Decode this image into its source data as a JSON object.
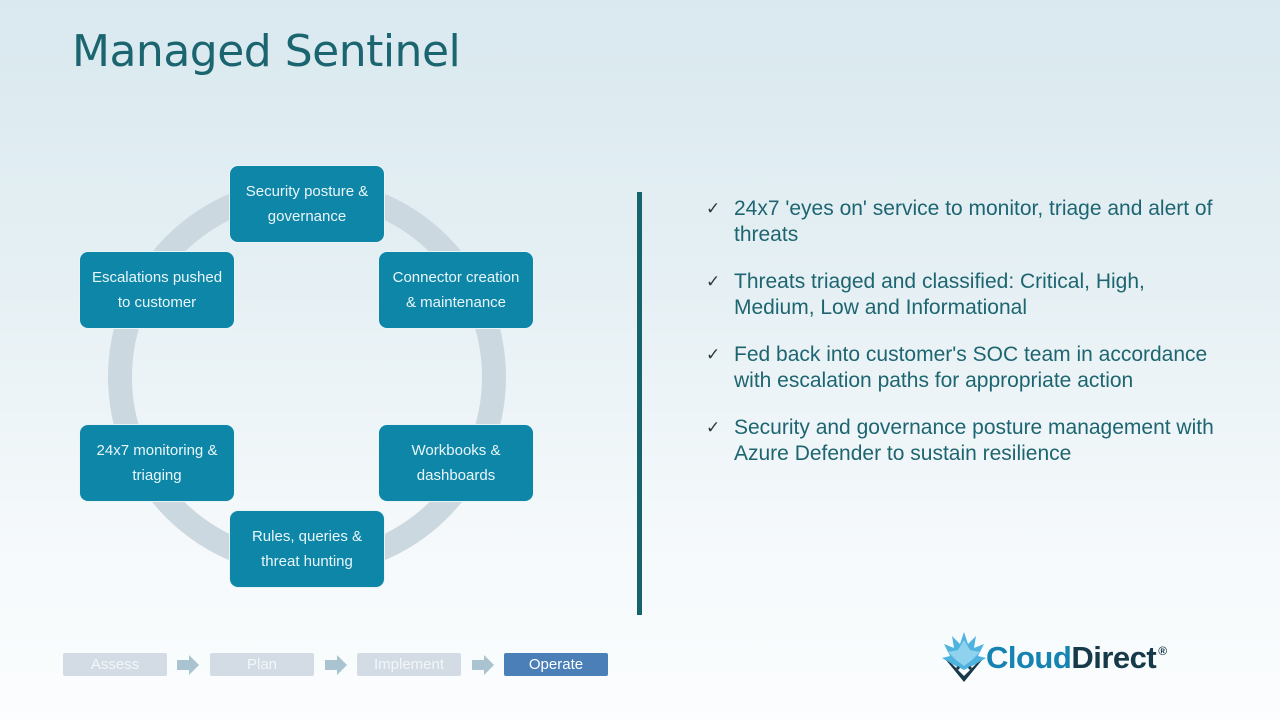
{
  "title": "Managed Sentinel",
  "cycle": {
    "nodes": [
      {
        "label": "Security posture & governance"
      },
      {
        "label": "Connector creation & maintenance"
      },
      {
        "label": "Workbooks & dashboards"
      },
      {
        "label": "Rules, queries & threat hunting"
      },
      {
        "label": "24x7 monitoring & triaging"
      },
      {
        "label": "Escalations pushed to customer"
      }
    ],
    "direction": "clockwise"
  },
  "bullets": [
    {
      "icon": "check-icon",
      "text": "24x7 'eyes on' service to monitor, triage and alert of threats"
    },
    {
      "icon": "check-icon",
      "text": "Threats triaged and classified: Critical, High, Medium, Low and Informational"
    },
    {
      "icon": "check-icon",
      "text": "Fed back into customer's SOC team in accordance with escalation paths for appropriate action"
    },
    {
      "icon": "check-icon",
      "text": "Security and governance posture management with Azure Defender to sustain resilience"
    }
  ],
  "process_steps": [
    {
      "label": "Assess",
      "active": false
    },
    {
      "label": "Plan",
      "active": false
    },
    {
      "label": "Implement",
      "active": false
    },
    {
      "label": "Operate",
      "active": true
    }
  ],
  "logo": {
    "part1": "Cloud",
    "part2": "Direct",
    "registered": "®"
  },
  "colors": {
    "title": "#1a6570",
    "node_fill": "#0e86a8",
    "ring": "#c9d6df",
    "divider": "#16636c",
    "step_inactive": "#d3dce5",
    "step_active": "#4a7fb8",
    "logo_cloud": "#1584b2",
    "logo_direct": "#163a4a"
  }
}
